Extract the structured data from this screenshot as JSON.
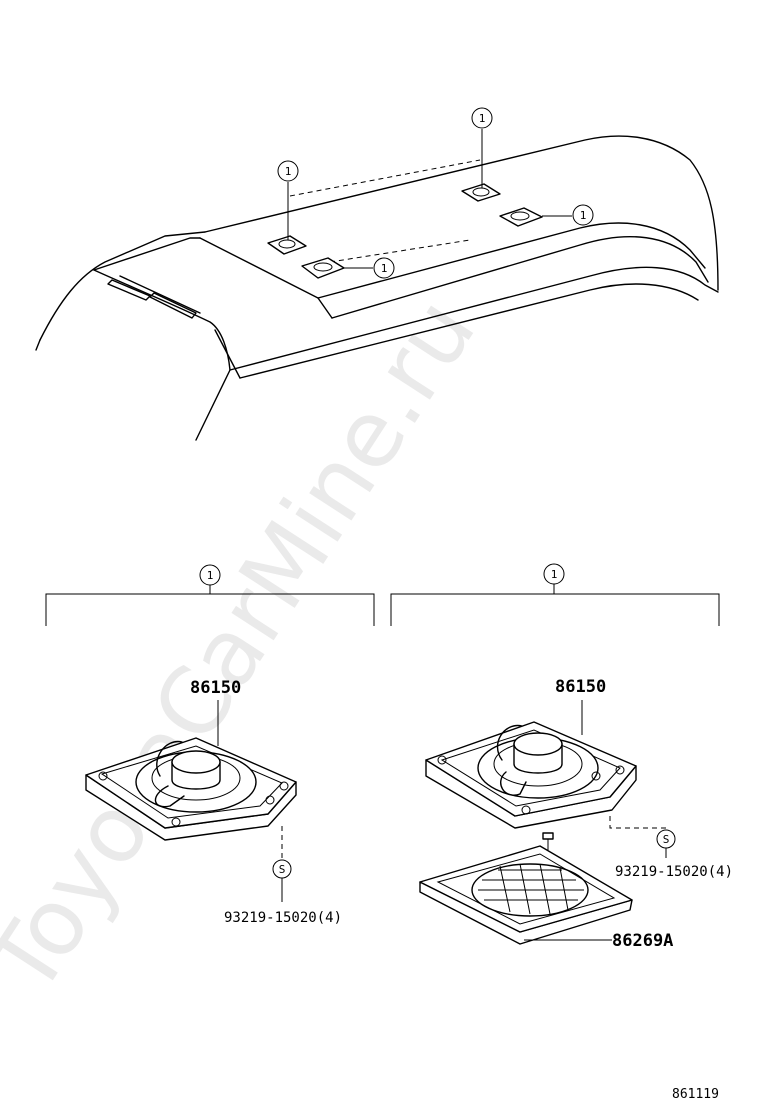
{
  "watermark": "ToyotaCarMine.ru",
  "callout_marker": "1",
  "screw_marker": "S",
  "speaker_part_number": "86150",
  "screw_part_number": "93219-15020(4)",
  "grille_part_number": "86269A",
  "diagram_code": "861119"
}
